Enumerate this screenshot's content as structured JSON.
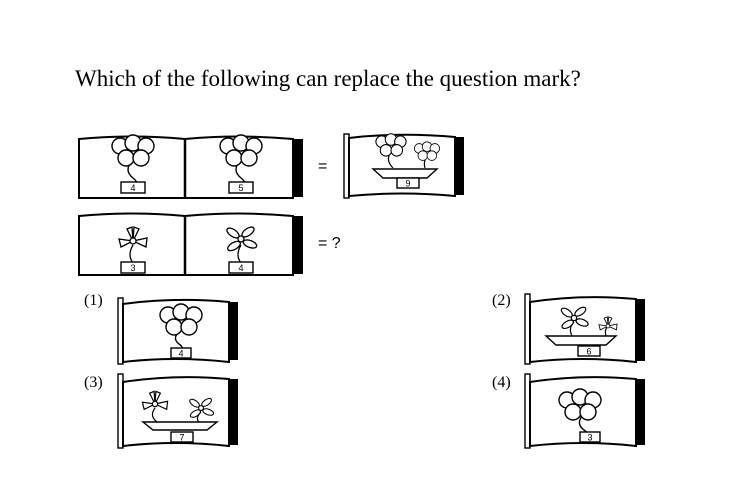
{
  "question": {
    "text": "Which of the following can replace the question mark?"
  },
  "rows": [
    {
      "left_number": "4",
      "right_number": "5",
      "equals": "=",
      "result_number": "9"
    },
    {
      "left_number": "3",
      "right_number": "4",
      "equals": "= ?"
    }
  ],
  "options": [
    {
      "label": "(1)",
      "number": "4"
    },
    {
      "label": "(2)",
      "number": "6"
    },
    {
      "label": "(3)",
      "number": "7"
    },
    {
      "label": "(4)",
      "number": "3"
    }
  ]
}
